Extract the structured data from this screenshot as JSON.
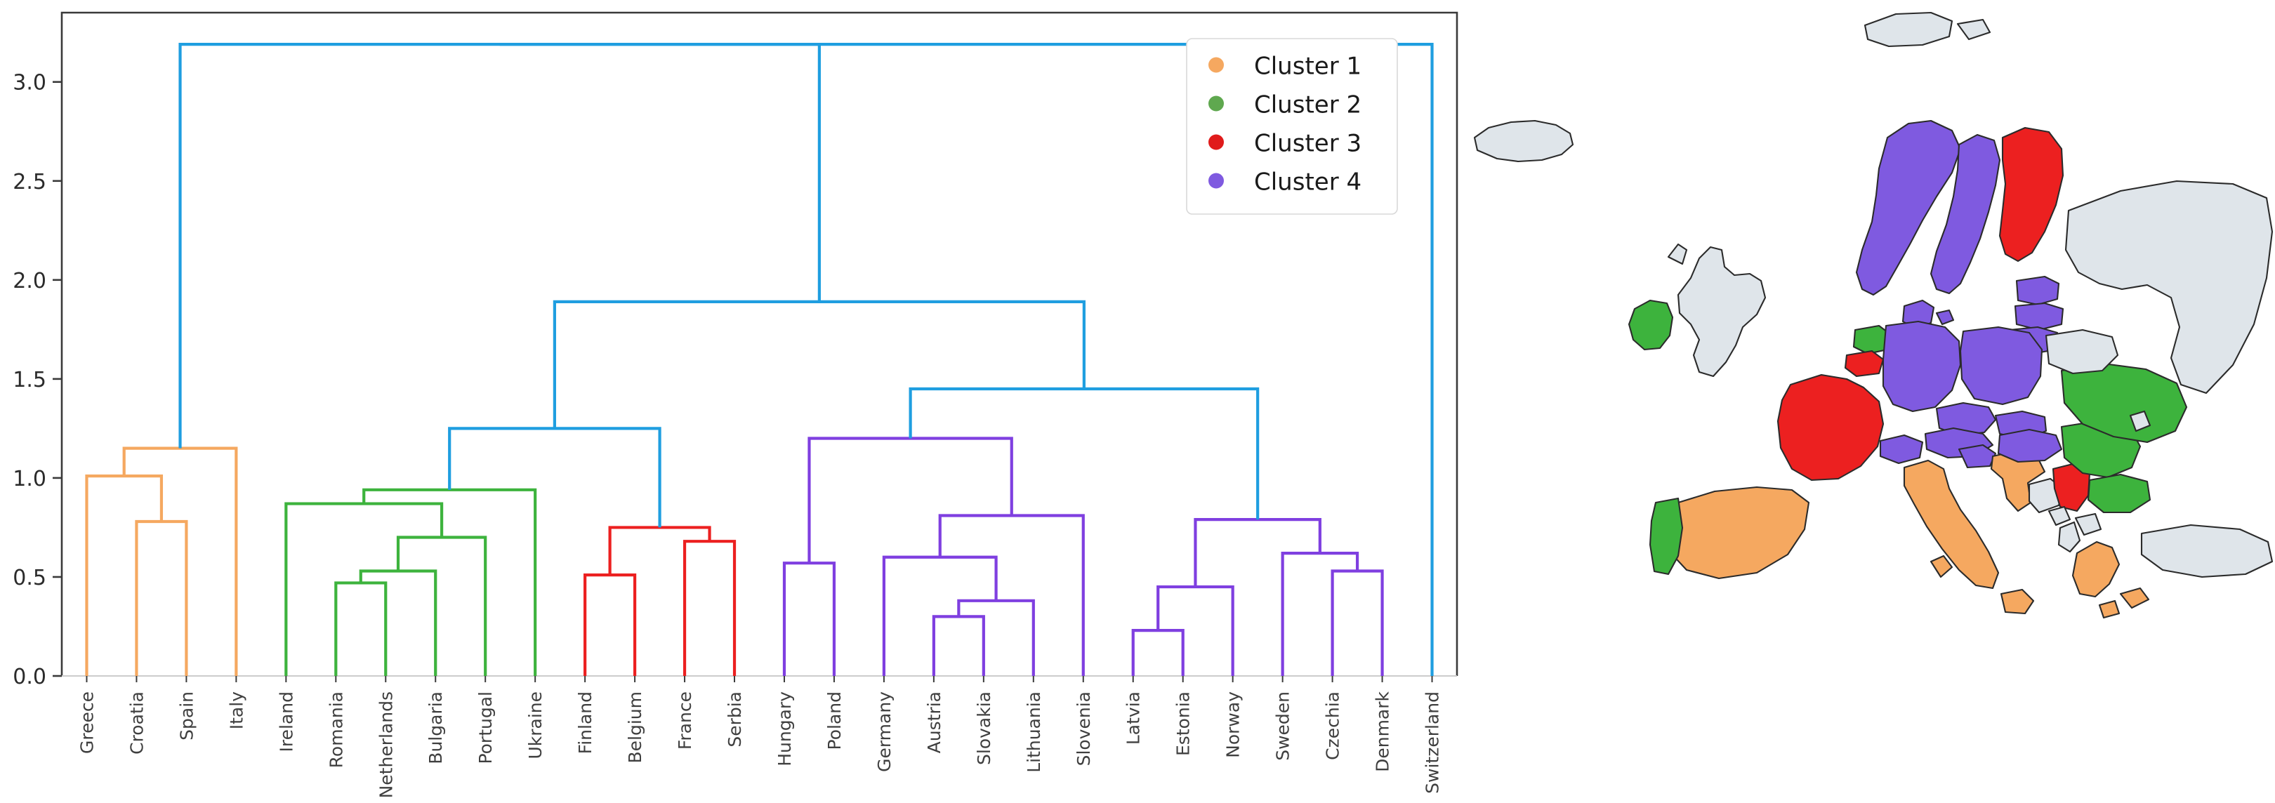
{
  "figure": {
    "background_color": "#ffffff",
    "panels": [
      "dendrogram",
      "choropleth-map"
    ]
  },
  "legend": {
    "position": "upper-right",
    "items": [
      {
        "label": "Cluster 1",
        "color": "#f5a860",
        "marker": "circle"
      },
      {
        "label": "Cluster 2",
        "color": "#5fa84f",
        "marker": "circle"
      },
      {
        "label": "Cluster 3",
        "color": "#e01b1b",
        "marker": "circle"
      },
      {
        "label": "Cluster 4",
        "color": "#7f5ae0",
        "marker": "circle"
      }
    ]
  },
  "chart_data": {
    "type": "line",
    "subtype": "dendrogram",
    "title": "",
    "xlabel": "",
    "ylabel": "",
    "ylim": [
      0.0,
      3.35
    ],
    "yticks": [
      "0.0",
      "0.5",
      "1.0",
      "1.5",
      "2.0",
      "2.5",
      "3.0"
    ],
    "ytick_values": [
      0.0,
      0.5,
      1.0,
      1.5,
      2.0,
      2.5,
      3.0
    ],
    "grid": false,
    "leaf_order": [
      "Greece",
      "Croatia",
      "Spain",
      "Italy",
      "Ireland",
      "Romania",
      "Netherlands",
      "Bulgaria",
      "Portugal",
      "Ukraine",
      "Finland",
      "Belgium",
      "France",
      "Serbia",
      "Hungary",
      "Poland",
      "Germany",
      "Austria",
      "Slovakia",
      "Lithuania",
      "Slovenia",
      "Latvia",
      "Estonia",
      "Norway",
      "Sweden",
      "Czechia",
      "Denmark",
      "Switzerland"
    ],
    "leaf_count": 28,
    "cluster_colors": {
      "cluster1": "#f5a860",
      "cluster2": "#3db33d",
      "cluster3": "#ec2020",
      "cluster4": "#7f3fe0",
      "above_threshold": "#1f9ee0"
    },
    "cluster_membership": {
      "Cluster 1": [
        "Greece",
        "Croatia",
        "Spain",
        "Italy"
      ],
      "Cluster 2": [
        "Ireland",
        "Romania",
        "Netherlands",
        "Bulgaria",
        "Portugal",
        "Ukraine"
      ],
      "Cluster 3": [
        "Finland",
        "Belgium",
        "France",
        "Serbia"
      ],
      "Cluster 4": [
        "Hungary",
        "Poland",
        "Germany",
        "Austria",
        "Slovakia",
        "Lithuania",
        "Slovenia",
        "Latvia",
        "Estonia",
        "Norway",
        "Sweden",
        "Czechia",
        "Denmark"
      ],
      "Unclustered": [
        "Switzerland"
      ]
    },
    "merges": [
      {
        "id": "m1",
        "left": "Croatia",
        "right": "Spain",
        "height": 0.78,
        "color": "#f5a860"
      },
      {
        "id": "m2",
        "left": "Greece",
        "right": "m1",
        "height": 1.01,
        "color": "#f5a860"
      },
      {
        "id": "m3",
        "left": "m2",
        "right": "Italy",
        "height": 1.15,
        "color": "#f5a860"
      },
      {
        "id": "m4",
        "left": "Romania",
        "right": "Netherlands",
        "height": 0.47,
        "color": "#3db33d"
      },
      {
        "id": "m5",
        "left": "m4",
        "right": "Bulgaria",
        "height": 0.53,
        "color": "#3db33d"
      },
      {
        "id": "m6",
        "left": "m5",
        "right": "Portugal",
        "height": 0.7,
        "color": "#3db33d"
      },
      {
        "id": "m7",
        "left": "Ireland",
        "right": "m6",
        "height": 0.87,
        "color": "#3db33d"
      },
      {
        "id": "m8",
        "left": "m7",
        "right": "Ukraine",
        "height": 0.94,
        "color": "#3db33d"
      },
      {
        "id": "m9",
        "left": "Finland",
        "right": "Belgium",
        "height": 0.51,
        "color": "#ec2020"
      },
      {
        "id": "m10",
        "left": "France",
        "right": "Serbia",
        "height": 0.68,
        "color": "#ec2020"
      },
      {
        "id": "m11",
        "left": "m9",
        "right": "m10",
        "height": 0.75,
        "color": "#ec2020"
      },
      {
        "id": "m12",
        "left": "Hungary",
        "right": "Poland",
        "height": 0.57,
        "color": "#7f3fe0"
      },
      {
        "id": "m13",
        "left": "Austria",
        "right": "Slovakia",
        "height": 0.3,
        "color": "#7f3fe0"
      },
      {
        "id": "m14",
        "left": "m13",
        "right": "Lithuania",
        "height": 0.38,
        "color": "#7f3fe0"
      },
      {
        "id": "m15",
        "left": "Germany",
        "right": "m14",
        "height": 0.6,
        "color": "#7f3fe0"
      },
      {
        "id": "m16",
        "left": "m15",
        "right": "Slovenia",
        "height": 0.81,
        "color": "#7f3fe0"
      },
      {
        "id": "m17",
        "left": "m12",
        "right": "m16",
        "height": 1.2,
        "color": "#7f3fe0"
      },
      {
        "id": "m18",
        "left": "Latvia",
        "right": "Estonia",
        "height": 0.23,
        "color": "#7f3fe0"
      },
      {
        "id": "m19",
        "left": "m18",
        "right": "Norway",
        "height": 0.45,
        "color": "#7f3fe0"
      },
      {
        "id": "m20",
        "left": "Czechia",
        "right": "Denmark",
        "height": 0.53,
        "color": "#7f3fe0"
      },
      {
        "id": "m21",
        "left": "Sweden",
        "right": "m20",
        "height": 0.62,
        "color": "#7f3fe0"
      },
      {
        "id": "m22",
        "left": "m19",
        "right": "m21",
        "height": 0.79,
        "color": "#7f3fe0"
      },
      {
        "id": "m23",
        "left": "m17",
        "right": "m22",
        "height": 1.45,
        "color": "#1f9ee0"
      },
      {
        "id": "m24",
        "left": "m8",
        "right": "m11",
        "height": 1.25,
        "color": "#1f9ee0"
      },
      {
        "id": "m25",
        "left": "m24",
        "right": "m23",
        "height": 1.89,
        "color": "#1f9ee0"
      },
      {
        "id": "m26",
        "left": "m3",
        "right": "m25",
        "height": 3.19,
        "color": "#1f9ee0"
      },
      {
        "id": "m27",
        "left": "m26",
        "right": "Switzerland",
        "height": 3.19,
        "color": "#1f9ee0"
      }
    ]
  },
  "map": {
    "type": "choropleth",
    "projection": "europe",
    "no_data_color": "#dfe5ea",
    "border_color": "#2b2b2b",
    "country_clusters": {
      "Greece": "#f5a860",
      "Croatia": "#f5a860",
      "Spain": "#f5a860",
      "Italy": "#f5a860",
      "Ireland": "#3db33d",
      "Romania": "#3db33d",
      "Netherlands": "#3db33d",
      "Bulgaria": "#3db33d",
      "Portugal": "#3db33d",
      "Ukraine": "#3db33d",
      "Finland": "#ec2020",
      "Belgium": "#ec2020",
      "France": "#ec2020",
      "Serbia": "#ec2020",
      "Hungary": "#7f5ae0",
      "Poland": "#7f5ae0",
      "Germany": "#7f5ae0",
      "Austria": "#7f5ae0",
      "Slovakia": "#7f5ae0",
      "Lithuania": "#7f5ae0",
      "Slovenia": "#7f5ae0",
      "Latvia": "#7f5ae0",
      "Estonia": "#7f5ae0",
      "Norway": "#7f5ae0",
      "Sweden": "#7f5ae0",
      "Czechia": "#7f5ae0",
      "Denmark": "#7f5ae0",
      "Switzerland": "#7f5ae0"
    },
    "no_data_countries": [
      "Iceland",
      "United Kingdom",
      "Russia",
      "Belarus",
      "Bosnia and Herzegovina",
      "Albania",
      "North Macedonia",
      "Montenegro",
      "Moldova",
      "Turkey"
    ]
  }
}
